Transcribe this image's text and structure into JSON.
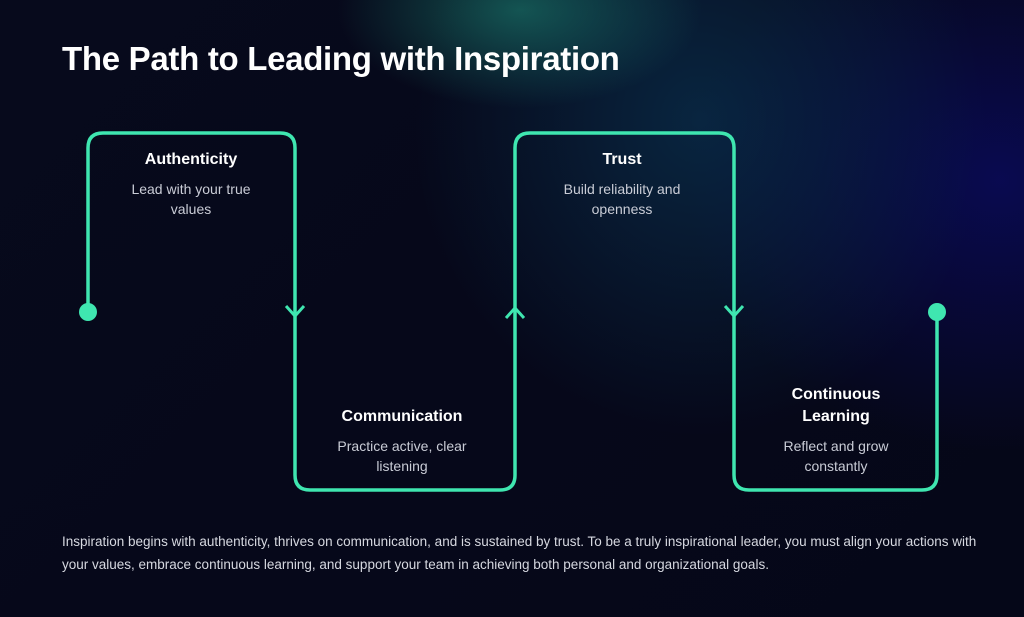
{
  "title": "The Path to Leading with Inspiration",
  "accent_color": "#3fe6b0",
  "steps": [
    {
      "title": "Authenticity",
      "description": "Lead with your true values"
    },
    {
      "title": "Communication",
      "description": "Practice active, clear listening"
    },
    {
      "title": "Trust",
      "description": "Build reliability and openness"
    },
    {
      "title": "Continuous Learning",
      "description": "Reflect and grow constantly"
    }
  ],
  "footer": "Inspiration begins with authenticity, thrives on communication, and is sustained by trust. To be a truly inspirational leader, you must align your actions with your values, embrace continuous learning, and support your team in achieving both personal and organizational goals."
}
